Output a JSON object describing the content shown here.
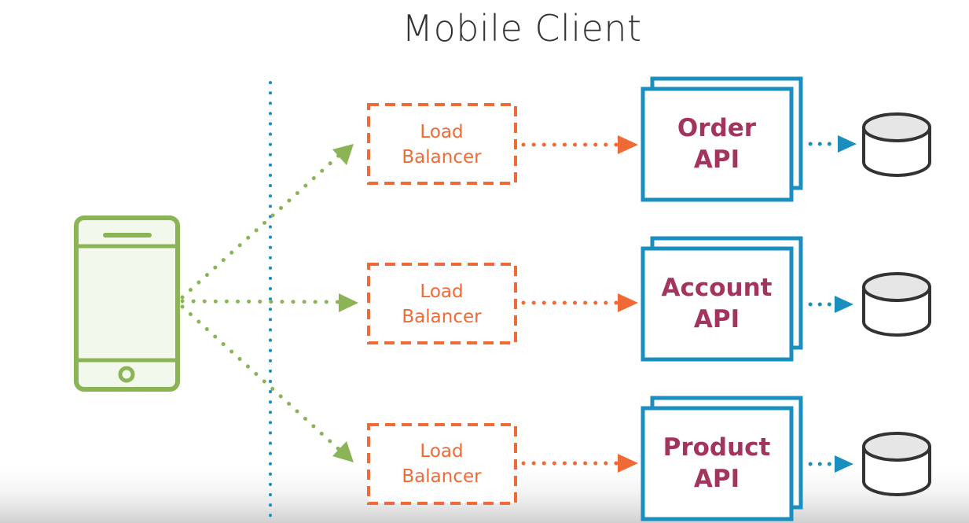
{
  "title": "Mobile Client",
  "colors": {
    "client": "#8bb456",
    "client_fill": "#f3f8ec",
    "load_balancer": "#f06a35",
    "api_border": "#1a8fbf",
    "api_text": "#a3345e",
    "database_stroke": "#333333",
    "database_fill": "#e6e6e6",
    "boundary": "#1a8fbf",
    "footer_shade": "#d9d9d9"
  },
  "client": {
    "icon": "mobile-phone-icon"
  },
  "load_balancers": [
    {
      "label_line1": "Load",
      "label_line2": "Balancer"
    },
    {
      "label_line1": "Load",
      "label_line2": "Balancer"
    },
    {
      "label_line1": "Load",
      "label_line2": "Balancer"
    }
  ],
  "apis": [
    {
      "label_line1": "Order",
      "label_line2": "API",
      "icon": "stacked-service-icon"
    },
    {
      "label_line1": "Account",
      "label_line2": "API",
      "icon": "stacked-service-icon"
    },
    {
      "label_line1": "Product",
      "label_line2": "API",
      "icon": "stacked-service-icon"
    }
  ],
  "databases": [
    {
      "icon": "database-icon"
    },
    {
      "icon": "database-icon"
    },
    {
      "icon": "database-icon"
    }
  ]
}
